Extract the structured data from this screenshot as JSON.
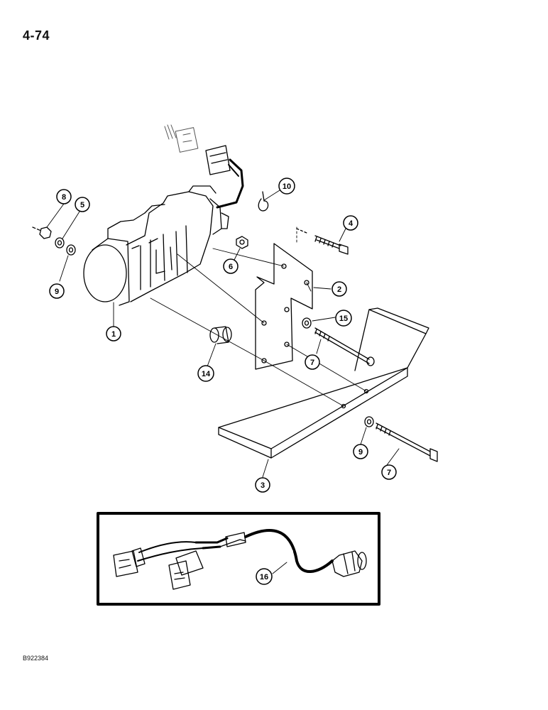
{
  "page": {
    "page_number": "4-74",
    "figure_code": "B922384"
  },
  "callouts": [
    {
      "id": "c8",
      "label": "8"
    },
    {
      "id": "c5",
      "label": "5"
    },
    {
      "id": "c9a",
      "label": "9"
    },
    {
      "id": "c1",
      "label": "1"
    },
    {
      "id": "c10",
      "label": "10"
    },
    {
      "id": "c4",
      "label": "4"
    },
    {
      "id": "c6",
      "label": "6"
    },
    {
      "id": "c2",
      "label": "2"
    },
    {
      "id": "c15",
      "label": "15"
    },
    {
      "id": "c14",
      "label": "14"
    },
    {
      "id": "c7a",
      "label": "7"
    },
    {
      "id": "c9b",
      "label": "9"
    },
    {
      "id": "c7b",
      "label": "7"
    },
    {
      "id": "c3",
      "label": "3"
    },
    {
      "id": "c16",
      "label": "16"
    }
  ]
}
